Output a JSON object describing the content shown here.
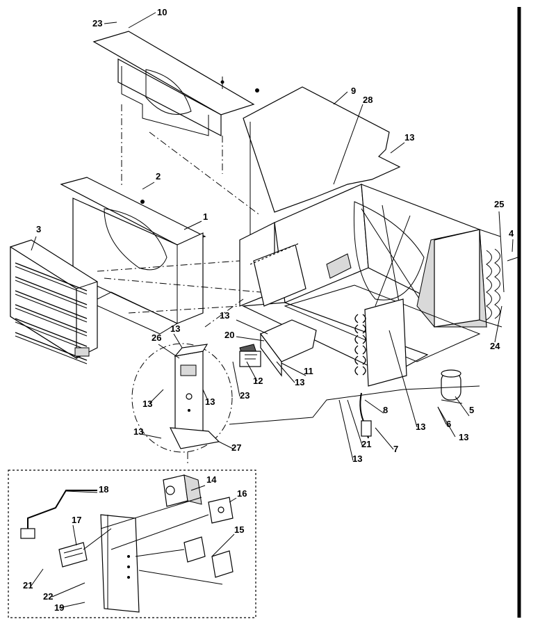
{
  "callouts": [
    {
      "id": "c23a",
      "text": "23"
    },
    {
      "id": "c10",
      "text": "10"
    },
    {
      "id": "c9",
      "text": "9"
    },
    {
      "id": "c28",
      "text": "28"
    },
    {
      "id": "c13a",
      "text": "13"
    },
    {
      "id": "c2",
      "text": "2"
    },
    {
      "id": "c1",
      "text": "1"
    },
    {
      "id": "c3",
      "text": "3"
    },
    {
      "id": "c25",
      "text": "25"
    },
    {
      "id": "c4",
      "text": "4"
    },
    {
      "id": "c24",
      "text": "24"
    },
    {
      "id": "c13b",
      "text": "13"
    },
    {
      "id": "c20",
      "text": "20"
    },
    {
      "id": "c26",
      "text": "26"
    },
    {
      "id": "c13c",
      "text": "13"
    },
    {
      "id": "c11",
      "text": "11"
    },
    {
      "id": "c12",
      "text": "12"
    },
    {
      "id": "c13d",
      "text": "13"
    },
    {
      "id": "c23b",
      "text": "23"
    },
    {
      "id": "c13e",
      "text": "13"
    },
    {
      "id": "c13f",
      "text": "13"
    },
    {
      "id": "c8",
      "text": "8"
    },
    {
      "id": "c13g",
      "text": "13"
    },
    {
      "id": "c5",
      "text": "5"
    },
    {
      "id": "c6",
      "text": "6"
    },
    {
      "id": "c13h",
      "text": "13"
    },
    {
      "id": "c13i",
      "text": "13"
    },
    {
      "id": "c27",
      "text": "27"
    },
    {
      "id": "c21a",
      "text": "21"
    },
    {
      "id": "c7",
      "text": "7"
    },
    {
      "id": "c13j",
      "text": "13"
    },
    {
      "id": "c14",
      "text": "14"
    },
    {
      "id": "c18",
      "text": "18"
    },
    {
      "id": "c16",
      "text": "16"
    },
    {
      "id": "c17",
      "text": "17"
    },
    {
      "id": "c15",
      "text": "15"
    },
    {
      "id": "c21b",
      "text": "21"
    },
    {
      "id": "c22",
      "text": "22"
    },
    {
      "id": "c19",
      "text": "19"
    }
  ]
}
